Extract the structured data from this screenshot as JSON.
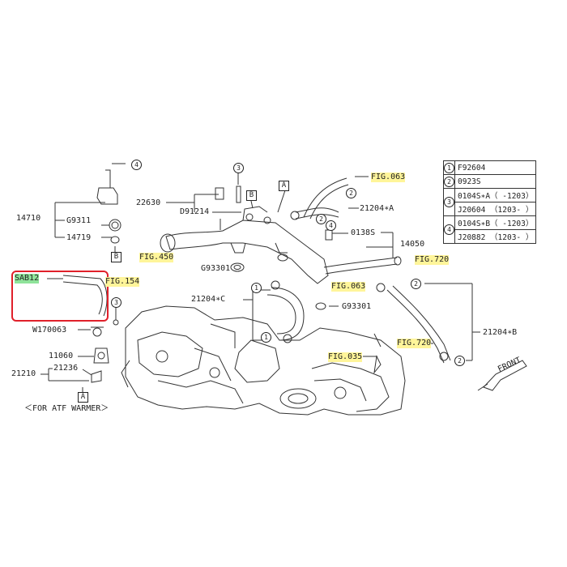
{
  "legend": [
    {
      "num": "1",
      "rows": [
        "F92604"
      ]
    },
    {
      "num": "2",
      "rows": [
        "0923S"
      ]
    },
    {
      "num": "3",
      "rows": [
        "0104S∗A（ -1203）",
        "J20604 （1203- ）"
      ]
    },
    {
      "num": "4",
      "rows": [
        "0104S∗B（ -1203）",
        "J20882 （1203- ）"
      ]
    }
  ],
  "parts": {
    "p14710": "14710",
    "g9311": "G9311",
    "p14719": "14719",
    "p22630": "22630",
    "d91214": "D91214",
    "g93301a": "G93301",
    "g93301b": "G93301",
    "p21204a": "21204∗A",
    "p21204b": "21204∗B",
    "p21204c": "21204∗C",
    "p0138s": "0138S",
    "p14050": "14050",
    "w170063": "W170063",
    "p11060": "11060",
    "p21210": "21210",
    "p21236": "21236",
    "sab12": "SAB12"
  },
  "figs": {
    "fig063a": "FIG.063",
    "fig450": "FIG.450",
    "fig720a": "FIG.720",
    "fig063b": "FIG.063",
    "fig154": "FIG.154",
    "fig720b": "FIG.720",
    "fig035": "FIG.035"
  },
  "markers": {
    "a": "A",
    "b": "B",
    "n1": "1",
    "n2": "2",
    "n3": "3",
    "n4": "4"
  },
  "notes": {
    "atf": "＜FOR ATF WARMER＞",
    "front": "FRONT"
  },
  "colors": {
    "highlight": "#fff59a",
    "callout_green": "#8fe39a",
    "callout_box": "#e0202a"
  }
}
